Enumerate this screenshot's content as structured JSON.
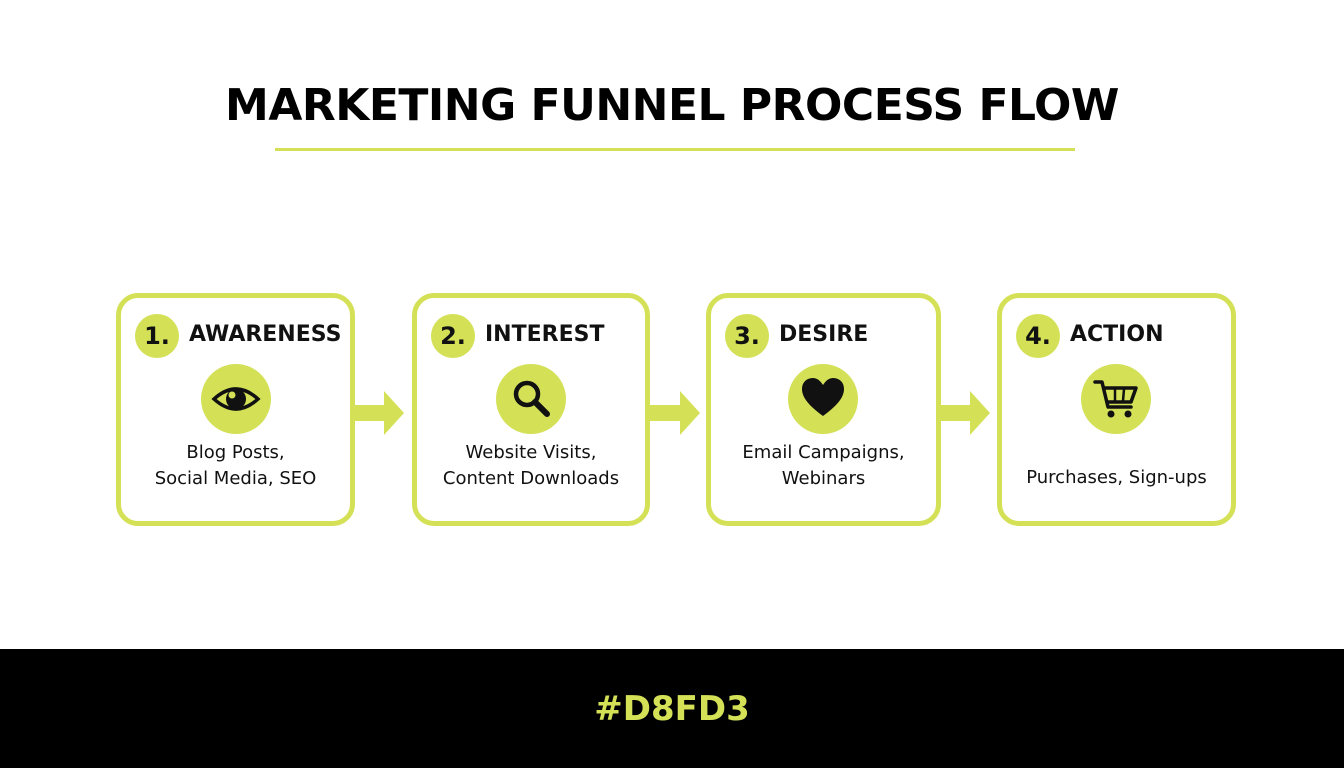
{
  "title": "MARKETING FUNNEL PROCESS FLOW",
  "accent_color": "#d4e157",
  "steps": [
    {
      "number": "1.",
      "label": "AWARENESS",
      "icon": "eye-icon",
      "desc_lines": [
        "Blog Posts,",
        "Social Media, SEO"
      ]
    },
    {
      "number": "2.",
      "label": "INTEREST",
      "icon": "magnifier-icon",
      "desc_lines": [
        "Website Visits,",
        "Content Downloads"
      ]
    },
    {
      "number": "3.",
      "label": "DESIRE",
      "icon": "heart-icon",
      "desc_lines": [
        "Email Campaigns,",
        "Webinars"
      ]
    },
    {
      "number": "4.",
      "label": "ACTION",
      "icon": "cart-icon",
      "desc_lines": [
        "Purchases, Sign-ups"
      ]
    }
  ],
  "footer": {
    "code": "#D8FD3"
  }
}
